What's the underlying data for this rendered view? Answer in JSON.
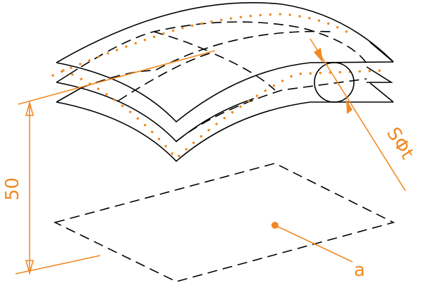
{
  "labels": {
    "height_dimension": "50",
    "thickness_dimension": "SΦt",
    "point_label": "a"
  },
  "colors": {
    "annotation": "#f08a24",
    "geometry": "#000000"
  }
}
